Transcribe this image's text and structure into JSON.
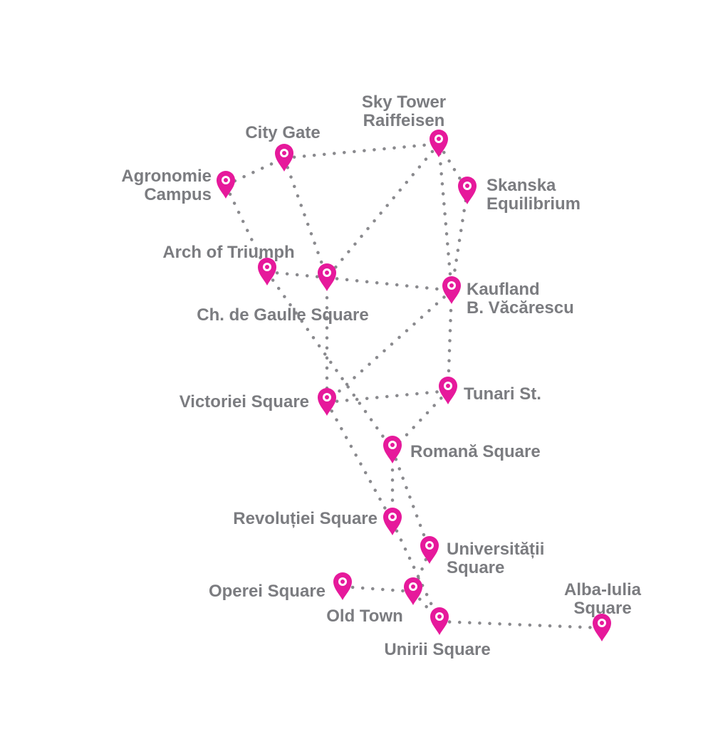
{
  "map": {
    "colors": {
      "pin": "#e6199b",
      "route": "#8a8a8e",
      "label": "#7b7c80"
    },
    "locations": [
      {
        "id": "sky-tower",
        "name": [
          "Sky Tower",
          "Raiffeisen"
        ]
      },
      {
        "id": "city-gate",
        "name": [
          "City Gate"
        ]
      },
      {
        "id": "agronomie",
        "name": [
          "Agronomie",
          "Campus"
        ]
      },
      {
        "id": "skanska",
        "name": [
          "Skanska",
          "Equilibrium"
        ]
      },
      {
        "id": "arch-of-triumph",
        "name": [
          "Arch of Triumph"
        ]
      },
      {
        "id": "charles-de-gaulle",
        "name": [
          "Ch. de Gaulle Square"
        ]
      },
      {
        "id": "kaufland",
        "name": [
          "Kaufland",
          "B. Văcărescu"
        ]
      },
      {
        "id": "victoriei",
        "name": [
          "Victoriei Square"
        ]
      },
      {
        "id": "tunari",
        "name": [
          "Tunari St."
        ]
      },
      {
        "id": "romana",
        "name": [
          "Romană Square"
        ]
      },
      {
        "id": "revolutiei",
        "name": [
          "Revoluției Square"
        ]
      },
      {
        "id": "universitatii",
        "name": [
          "Universității",
          "Square"
        ]
      },
      {
        "id": "operei",
        "name": [
          "Operei Square"
        ]
      },
      {
        "id": "old-town",
        "name": [
          "Old Town"
        ]
      },
      {
        "id": "unirii",
        "name": [
          "Unirii Square"
        ]
      },
      {
        "id": "alba-iulia",
        "name": [
          "Alba-Iulia",
          "Square"
        ]
      }
    ],
    "routes": [
      [
        "agronomie",
        "city-gate"
      ],
      [
        "city-gate",
        "sky-tower"
      ],
      [
        "sky-tower",
        "skanska"
      ],
      [
        "sky-tower",
        "kaufland"
      ],
      [
        "sky-tower",
        "charles-de-gaulle"
      ],
      [
        "skanska",
        "kaufland"
      ],
      [
        "city-gate",
        "charles-de-gaulle"
      ],
      [
        "agronomie",
        "arch-of-triumph"
      ],
      [
        "arch-of-triumph",
        "charles-de-gaulle"
      ],
      [
        "charles-de-gaulle",
        "kaufland"
      ],
      [
        "charles-de-gaulle",
        "victoriei"
      ],
      [
        "arch-of-triumph",
        "romana"
      ],
      [
        "kaufland",
        "victoriei"
      ],
      [
        "kaufland",
        "tunari"
      ],
      [
        "victoriei",
        "tunari"
      ],
      [
        "tunari",
        "romana"
      ],
      [
        "victoriei",
        "revolutiei"
      ],
      [
        "romana",
        "revolutiei"
      ],
      [
        "romana",
        "universitatii"
      ],
      [
        "revolutiei",
        "unirii"
      ],
      [
        "universitatii",
        "old-town"
      ],
      [
        "operei",
        "old-town"
      ],
      [
        "old-town",
        "unirii"
      ],
      [
        "unirii",
        "alba-iulia"
      ]
    ]
  }
}
